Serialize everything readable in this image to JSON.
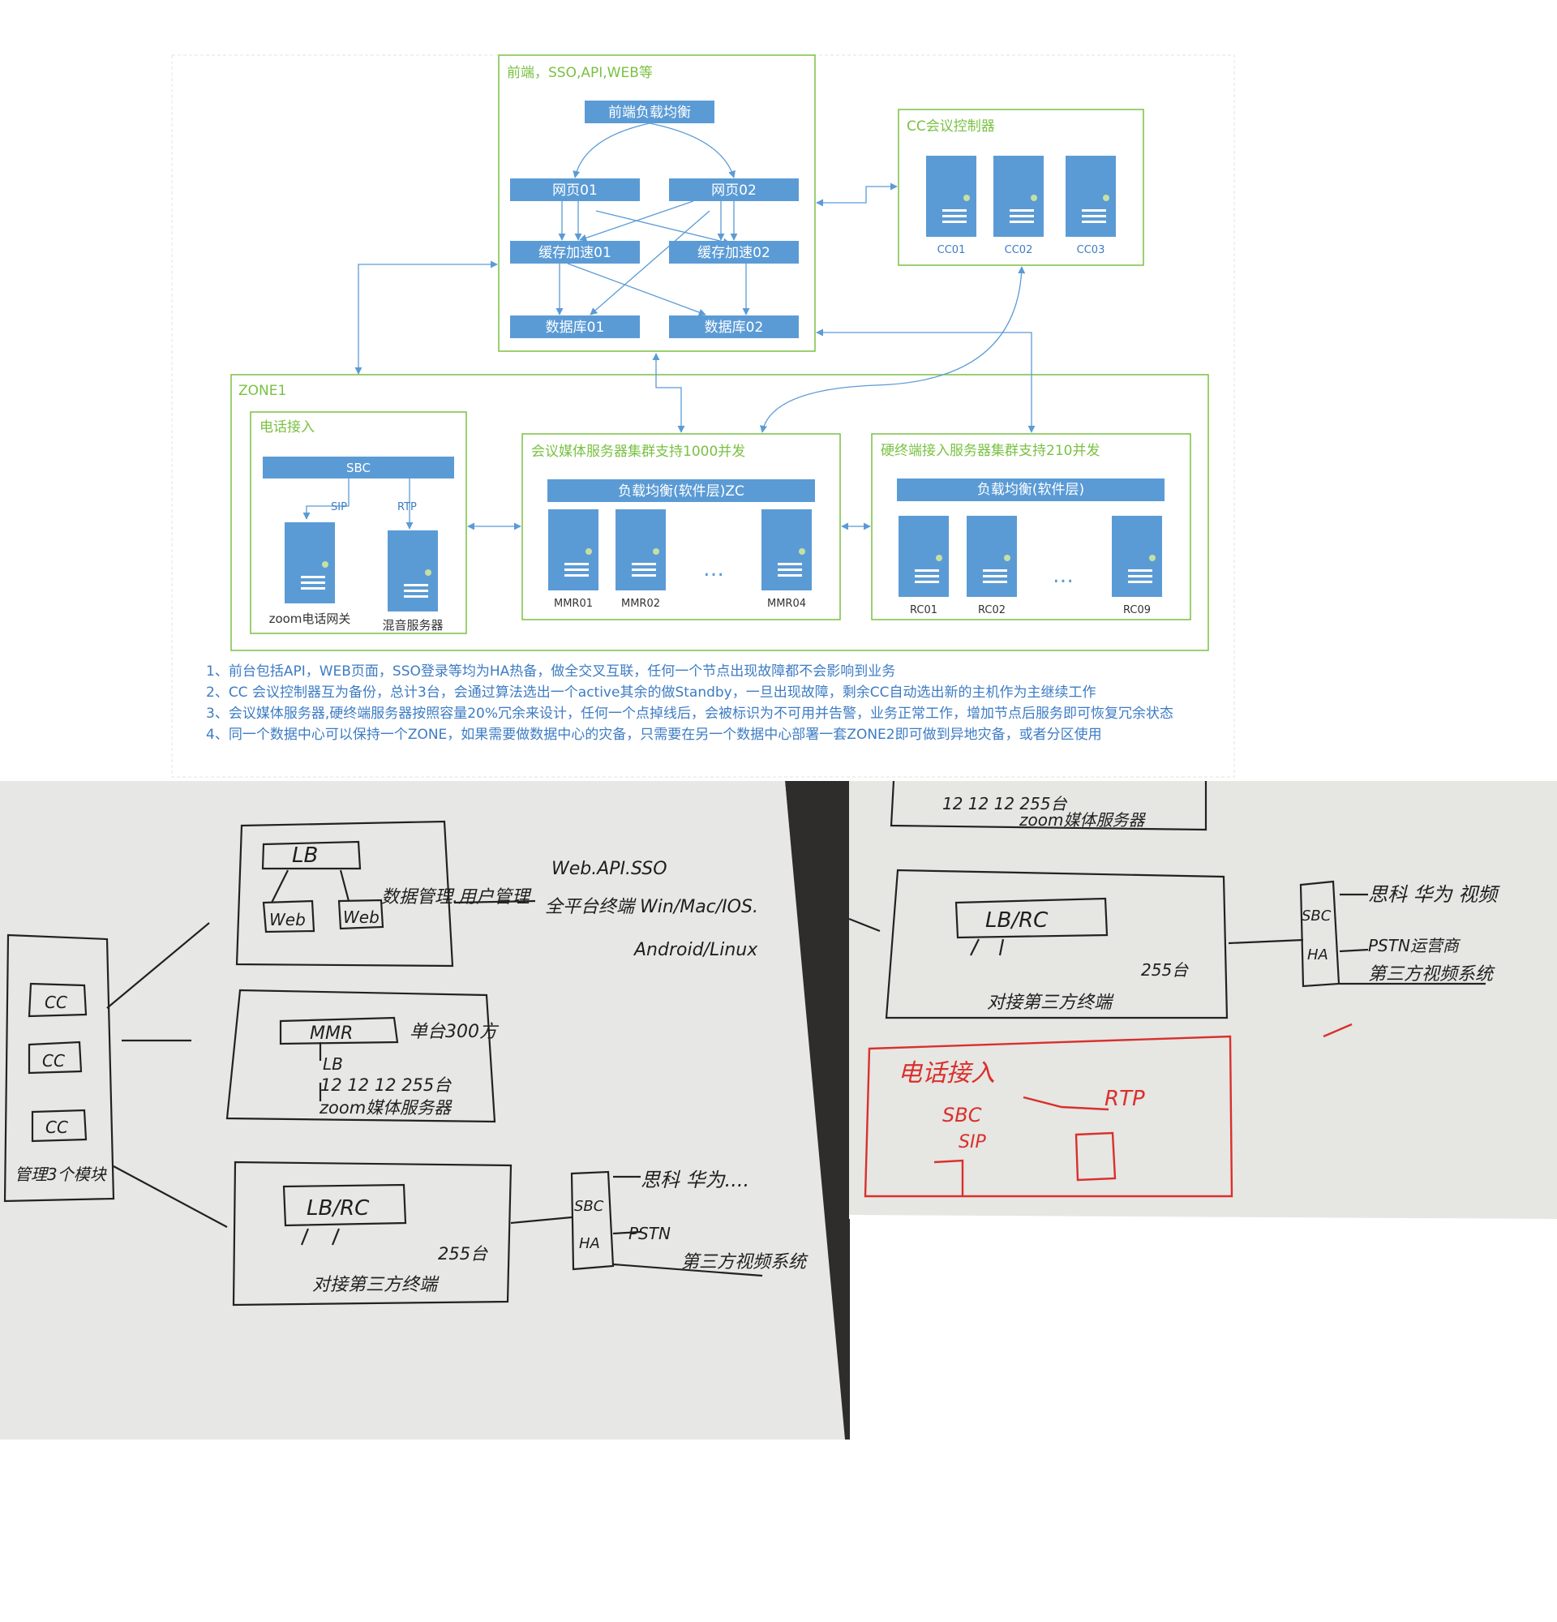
{
  "diagram": {
    "frontend": {
      "title": "前端，SSO,API,WEB等",
      "lb": "前端负载均衡",
      "web1": "网页01",
      "web2": "网页02",
      "cache1": "缓存加速01",
      "cache2": "缓存加速02",
      "db1": "数据库01",
      "db2": "数据库02"
    },
    "cc": {
      "title": "CC会议控制器",
      "servers": [
        "CC01",
        "CC02",
        "CC03"
      ]
    },
    "zone": {
      "title": "ZONE1",
      "phone": {
        "title": "电话接入",
        "sbc": "SBC",
        "sip": "SIP",
        "rtp": "RTP",
        "gateway": "zoom电话网关",
        "mixer": "混音服务器"
      },
      "media": {
        "title": "会议媒体服务器集群支持1000并发",
        "lb": "负载均衡(软件层)ZC",
        "servers": [
          "MMR01",
          "MMR02",
          "MMR04"
        ],
        "dots": "…"
      },
      "hw": {
        "title": "硬终端接入服务器集群支持210并发",
        "lb": "负载均衡(软件层)",
        "servers": [
          "RC01",
          "RC02",
          "RC09"
        ],
        "dots": "…"
      }
    },
    "colors": {
      "green": "#7ac143",
      "blue": "#5b9bd5",
      "text_blue": "#3d7cc4"
    }
  },
  "notes": [
    "1、前台包括API，WEB页面，SSO登录等均为HA热备，做全交叉互联，任何一个节点出现故障都不会影响到业务",
    "2、CC 会议控制器互为备份，总计3台，会通过算法选出一个active其余的做Standby，一旦出现故障，剩余CC自动选出新的主机作为主继续工作",
    "3、会议媒体服务器,硬终端服务器按照容量20%冗余来设计，任何一个点掉线后，会被标识为不可用并告警，业务正常工作，增加节点后服务即可恢复冗余状态",
    "4、同一个数据中心可以保持一个ZONE，如果需要做数据中心的灾备，只需要在另一个数据中心部署一套ZONE2即可做到异地灾备，或者分区使用"
  ],
  "sketch_left": {
    "lb": "LB",
    "web1": "Web",
    "web2": "Web",
    "db_note": "数据管理.用户管理",
    "web_api": "Web.API.SSO",
    "platforms": "全平台终端 Win/Mac/IOS.",
    "platforms2": "Android/Linux",
    "cc": [
      "CC",
      "CC",
      "CC"
    ],
    "mgmt": "管理3个模块",
    "mmr": "MMR",
    "mmr_note": "单台300方",
    "mmr_lb": "LB",
    "mmr_ports": "12 12 12 255台",
    "mmr_caption": "zoom媒体服务器",
    "lbrc": "LB/RC",
    "rc_ports": "255台",
    "rc_caption": "对接第三方终端",
    "sbc": "SBC",
    "ha": "HA",
    "vendors": "思科 华为....",
    "pstn": "PSTN",
    "video": "第三方视频系统"
  },
  "sketch_right": {
    "mmr_ports": "12 12 12 255台",
    "mmr_caption": "zoom媒体服务器",
    "lbrc": "LB/RC",
    "rc_ports": "255台",
    "rc_caption": "对接第三方终端",
    "sbc": "SBC",
    "ha": "HA",
    "vendors": "思科 华为 视频",
    "pstn": "PSTN运营商",
    "video": "第三方视频系统",
    "red_title": "电话接入",
    "red_sbc": "SBC",
    "red_sip": "SIP",
    "red_rtp": "RTP"
  }
}
